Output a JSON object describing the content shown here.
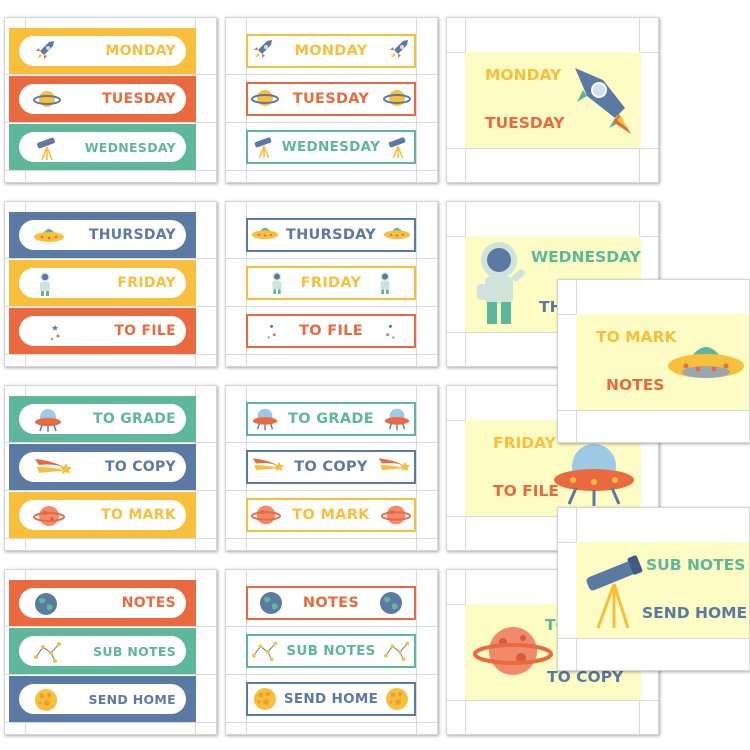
{
  "colors": {
    "yellow": "#f7bf3b",
    "orange": "#e86a3e",
    "teal": "#5fb79b",
    "blue": "#5b7aa3",
    "cream": "#fdfcc4"
  },
  "labels": {
    "monday": "MONDAY",
    "tuesday": "TUESDAY",
    "wednesday": "WEDNESDAY",
    "thursday": "THURSDAY",
    "friday": "FRIDAY",
    "to_file": "TO FILE",
    "to_grade": "TO GRADE",
    "to_copy": "TO COPY",
    "to_mark": "TO MARK",
    "notes": "NOTES",
    "sub_notes": "SUB NOTES",
    "send_home": "SEND HOME",
    "partial_th": "TH",
    "partial_to": "TO"
  },
  "icons": [
    "rocket-icon",
    "planet-icon",
    "telescope-icon",
    "ufo-icon",
    "astronaut-icon",
    "moon-stars-icon",
    "comet-icon",
    "earth-icon",
    "constellation-icon",
    "asteroid-icon"
  ]
}
